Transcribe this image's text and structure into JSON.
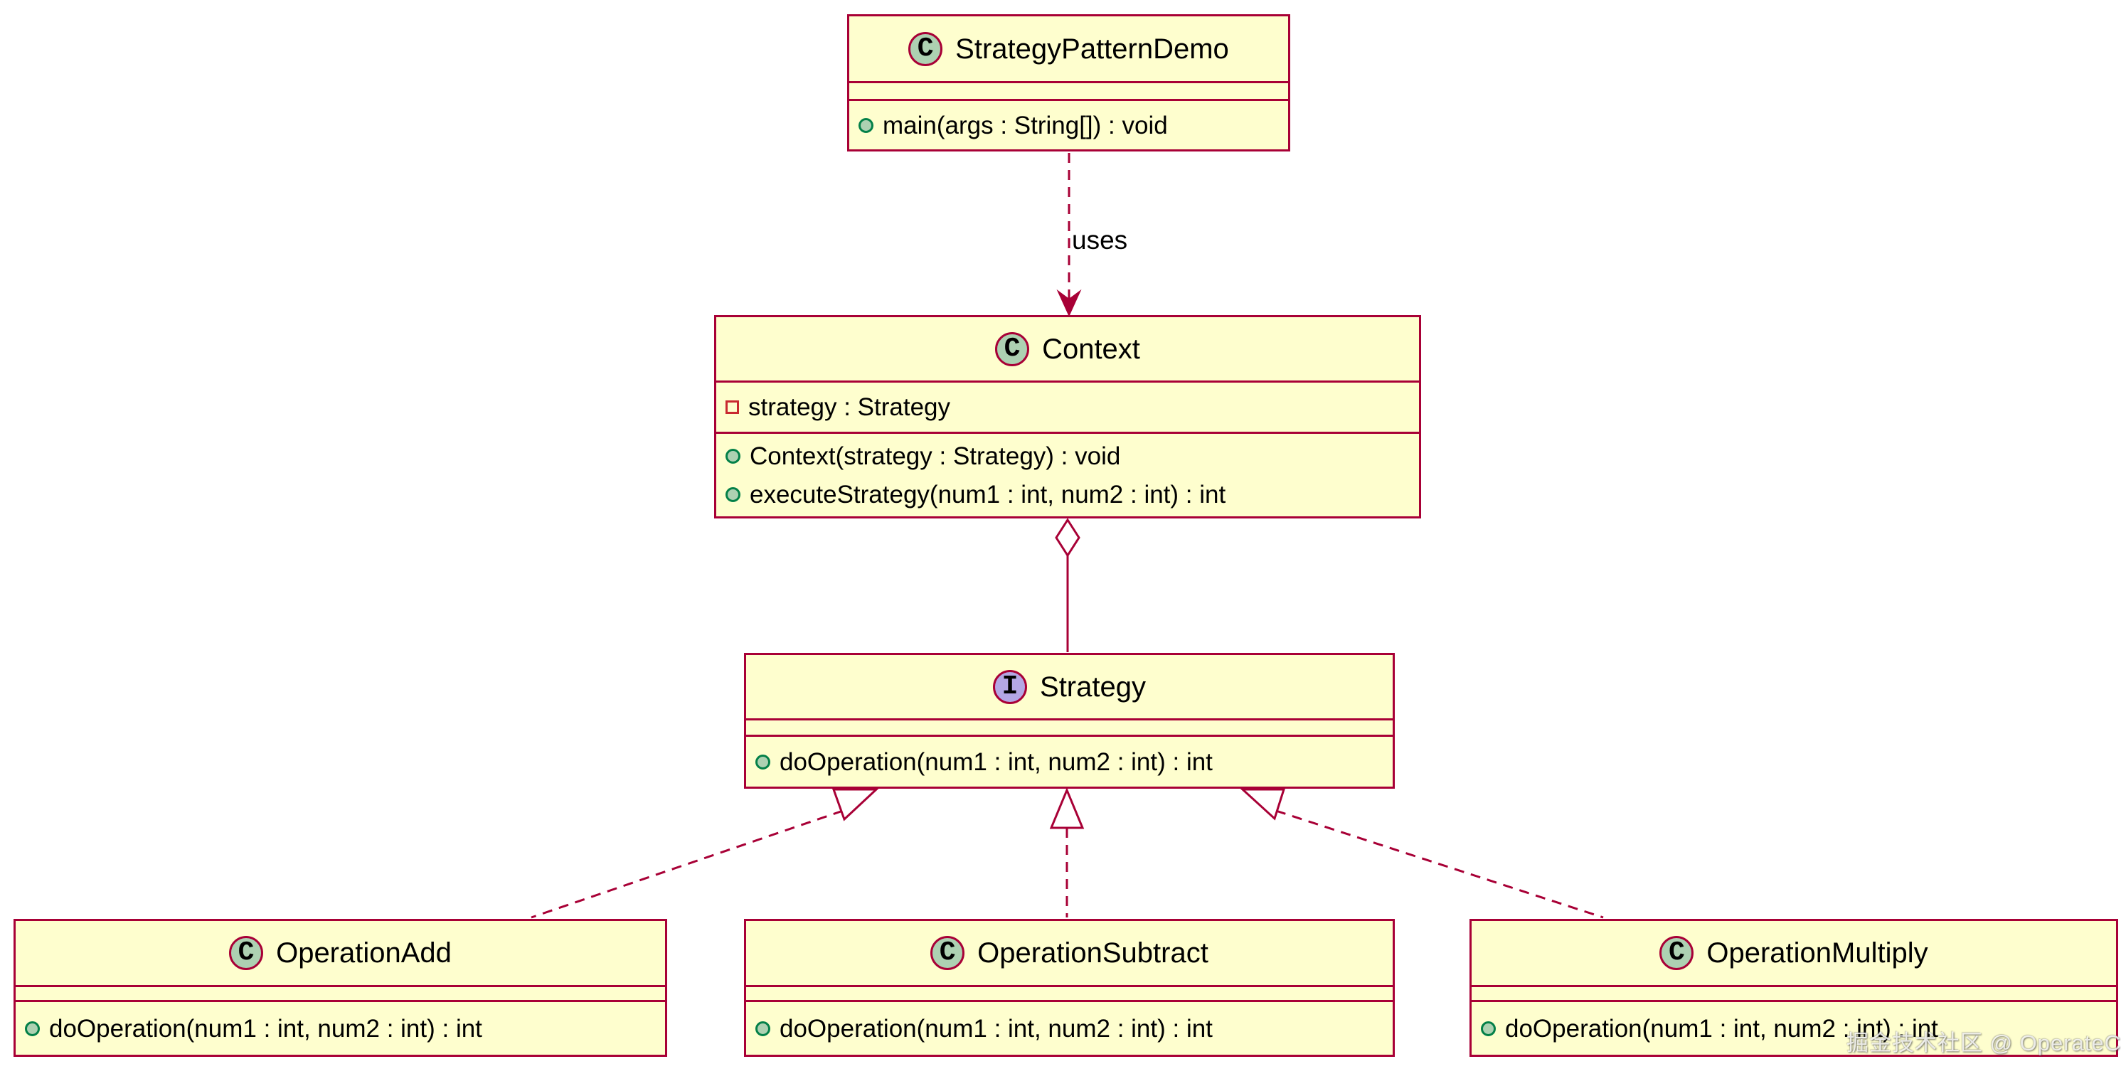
{
  "diagram": {
    "kind_labels": {
      "class_spot": "C",
      "interface_spot": "I"
    },
    "colors": {
      "box_fill": "#fefece",
      "box_border": "#a80036",
      "edge": "#a80036",
      "class_spot_fill": "#add1b2",
      "interface_spot_fill": "#b4a7e5",
      "method_bullet": "#038048",
      "method_bullet_fill": "#add1b2",
      "field_bullet": "#c82930",
      "background": "#ffffff"
    },
    "classes": [
      {
        "name": "StrategyPatternDemo",
        "kind": "class",
        "spot": "C",
        "fields": [],
        "methods": [
          "main(args : String[]) : void"
        ]
      },
      {
        "name": "Context",
        "kind": "class",
        "spot": "C",
        "fields": [
          "strategy : Strategy"
        ],
        "methods": [
          "Context(strategy : Strategy) : void",
          "executeStrategy(num1 : int, num2 : int) : int"
        ]
      },
      {
        "name": "Strategy",
        "kind": "interface",
        "spot": "I",
        "fields": [],
        "methods": [
          "doOperation(num1 : int, num2 : int) : int"
        ]
      },
      {
        "name": "OperationAdd",
        "kind": "class",
        "spot": "C",
        "fields": [],
        "methods": [
          "doOperation(num1 : int, num2 : int) : int"
        ]
      },
      {
        "name": "OperationSubtract",
        "kind": "class",
        "spot": "C",
        "fields": [],
        "methods": [
          "doOperation(num1 : int, num2 : int) : int"
        ]
      },
      {
        "name": "OperationMultiply",
        "kind": "class",
        "spot": "C",
        "fields": [],
        "methods": [
          "doOperation(num1 : int, num2 : int) : int"
        ]
      }
    ],
    "edges": {
      "uses_label": "uses"
    },
    "watermark": "掘金技术社区 @ OperateCode"
  }
}
